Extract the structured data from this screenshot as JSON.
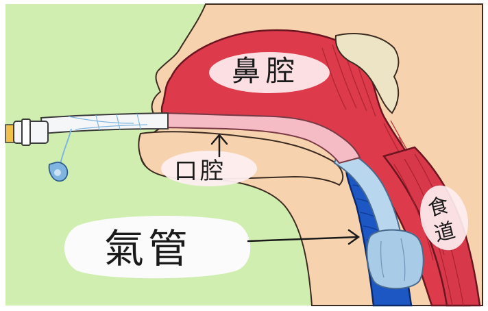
{
  "labels": {
    "nasal_cavity": "鼻腔",
    "oral_cavity": "口腔",
    "trachea": "氣管",
    "esophagus": "食道"
  },
  "colors": {
    "background": "#cfeeb0",
    "skin": "#f7d2ae",
    "airway_red": "#dd3b4b",
    "airway_dark": "#a8202f",
    "tube_pink": "#f5bcc6",
    "tube_blue": "#b8d7ee",
    "trachea_blue": "#1d57c4",
    "tube_white": "#f4f6f7",
    "label_bubble": "#fdeef0",
    "bone": "#ece4c5",
    "connector_yellow": "#f0c04a"
  }
}
